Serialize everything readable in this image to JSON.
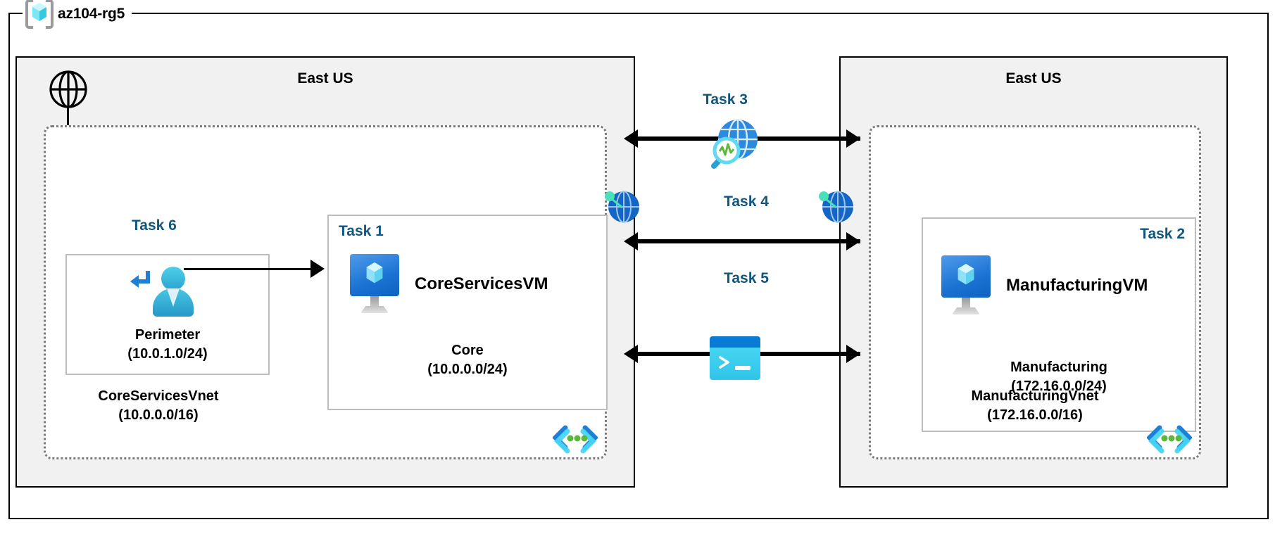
{
  "resource_group": {
    "name": "az104-rg5",
    "icon": "azure-resource-group-icon"
  },
  "regions": [
    {
      "id": "left",
      "title": "East US"
    },
    {
      "id": "right",
      "title": "East US"
    }
  ],
  "internet": {
    "icon": "globe-icon",
    "arrow": "arrow-down-icon"
  },
  "vnets": [
    {
      "id": "core-services",
      "name": "CoreServicesVnet",
      "cidr": "(10.0.0.0/16)",
      "code_icon": "code-brackets-icon",
      "peering_icon": "vnet-peering-icon",
      "subnets": [
        {
          "id": "perimeter",
          "task": "Task 6",
          "name": "Perimeter",
          "cidr": "(10.0.1.0/24)",
          "icon": "bastion-user-icon"
        },
        {
          "id": "core",
          "task": "Task 1",
          "name": "Core",
          "cidr": "(10.0.0.0/24)",
          "vm_label": "CoreServicesVM",
          "icon": "virtual-machine-icon"
        }
      ]
    },
    {
      "id": "manufacturing",
      "name": "ManufacturingVnet",
      "cidr": "(172.16.0.0/16)",
      "code_icon": "code-brackets-icon",
      "peering_icon": "vnet-peering-icon",
      "subnets": [
        {
          "id": "manufacturing",
          "task": "Task 2",
          "name": "Manufacturing",
          "cidr": "(172.16.0.0/24)",
          "vm_label": "ManufacturingVM",
          "icon": "virtual-machine-icon"
        }
      ]
    }
  ],
  "connections": [
    {
      "id": "task3",
      "label": "Task 3",
      "icon": "network-watcher-icon",
      "arrows": "both"
    },
    {
      "id": "task4",
      "label": "Task 4",
      "icon": "vnet-peering-icon",
      "arrows": "both"
    },
    {
      "id": "task5",
      "label": "Task 5",
      "icon": "cloud-shell-icon",
      "arrows": "both"
    }
  ],
  "colors": {
    "task_text": "#11567f",
    "region_fill": "#f1f1f1",
    "vnet_border": "#7a7a7a",
    "subnet_border": "#bdbdbd",
    "azure_blue": "#0a7bd4",
    "cyan": "#46d5f2",
    "green": "#5cb83c"
  }
}
